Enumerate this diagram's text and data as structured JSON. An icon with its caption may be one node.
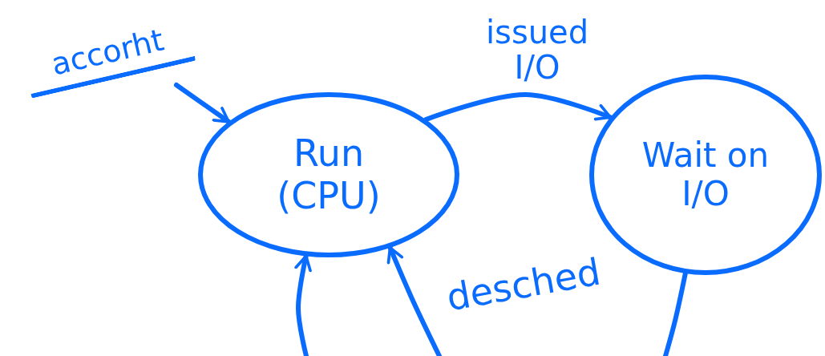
{
  "diagram": {
    "nodes": [
      {
        "text": [
          "accorht"
        ]
      },
      {
        "text": [
          "Run (CPU)"
        ]
      },
      {
        "text": [
          "Wait on I/O"
        ]
      }
    ],
    "edges": [
      {
        "from": 0,
        "to": 1,
        "arrow": "to"
      },
      {
        "from": 1,
        "to": 2,
        "arrow": "to",
        "label": "issued I/O"
      },
      {
        "from": null,
        "to": 1,
        "arrow": "to"
      },
      {
        "from": null,
        "to": 1,
        "arrow": "to",
        "label": "desched"
      },
      {
        "from": 2,
        "to": null,
        "arrow": "none"
      }
    ]
  }
}
